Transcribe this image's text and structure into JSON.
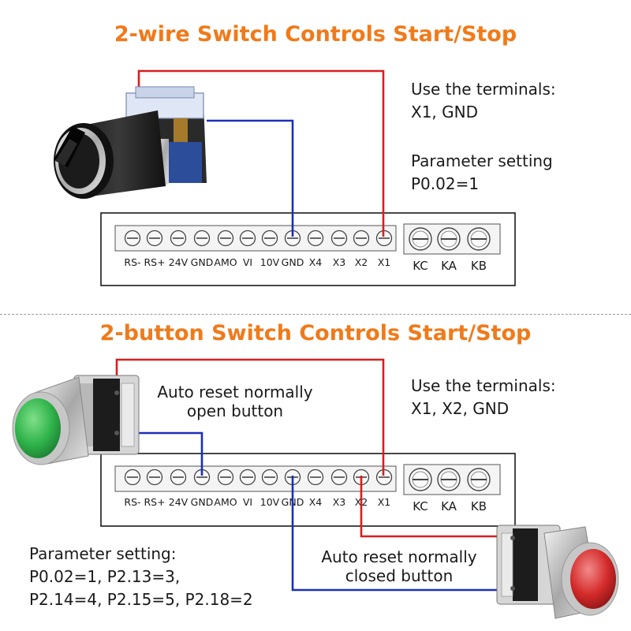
{
  "top": {
    "title": "2-wire Switch Controls Start/Stop",
    "terminals_heading": "Use the terminals:",
    "terminals_list": "X1, GND",
    "param_heading": "Parameter setting",
    "param_value": "P0.02=1"
  },
  "bottom": {
    "title": "2-button Switch Controls Start/Stop",
    "terminals_heading": "Use the terminals:",
    "terminals_list": "X1, X2, GND",
    "no_button_line1": "Auto reset normally",
    "no_button_line2": "open button",
    "nc_button_line1": "Auto reset normally",
    "nc_button_line2": "closed button",
    "param_heading": "Parameter setting:",
    "param_line1": "P0.02=1, P2.13=3,",
    "param_line2": "P2.14=4, P2.15=5, P2.18=2"
  },
  "terminal_labels": [
    "RS-",
    "RS+",
    "24V",
    "GND",
    "AMO",
    "VI",
    "10V",
    "GND",
    "X4",
    "X3",
    "X2",
    "X1"
  ],
  "relay_labels": [
    "KC",
    "KA",
    "KB"
  ],
  "colors": {
    "title": "#f07a1a",
    "wire_red": "#d81e1e",
    "wire_blue": "#1a2fb8",
    "start_button": "#2fb34a",
    "stop_button": "#d42a2a"
  },
  "icons": [
    "selector-switch-icon",
    "green-push-button-icon",
    "red-push-button-icon",
    "terminal-screw-icon"
  ]
}
